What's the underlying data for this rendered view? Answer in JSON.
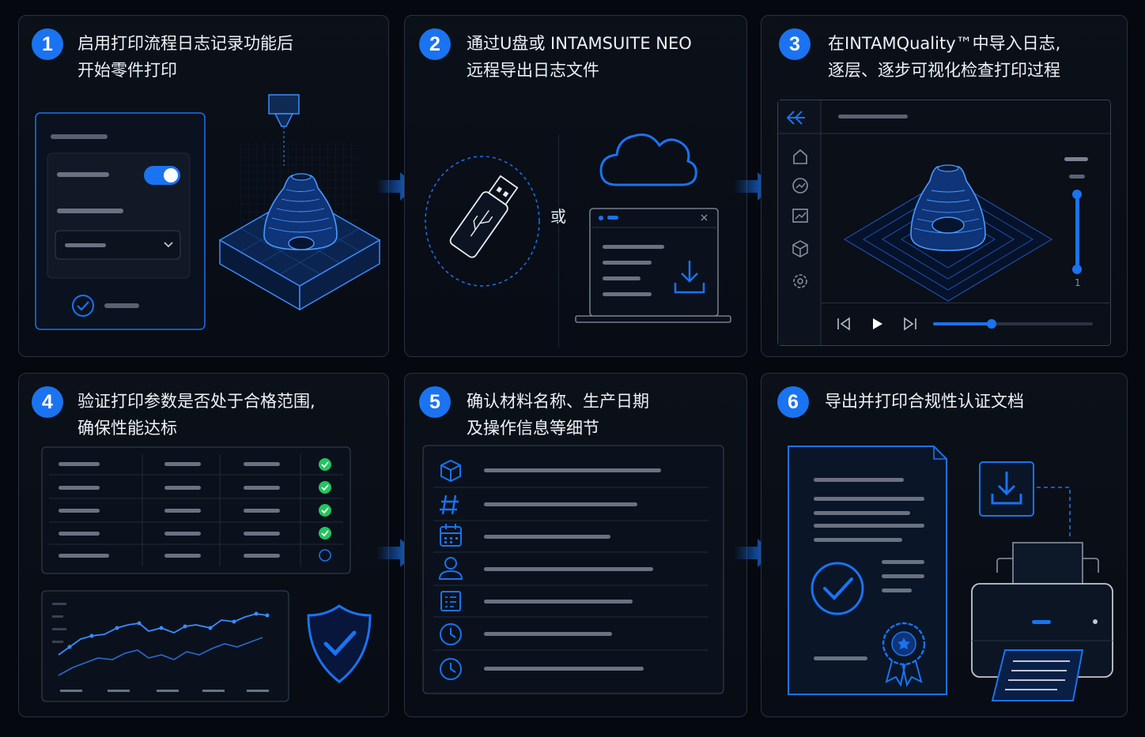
{
  "steps": [
    {
      "num": "1",
      "line1": "启用打印流程日志记录功能后",
      "line2": "开始零件打印"
    },
    {
      "num": "2",
      "line1": "通过U盘或 INTAMSUITE NEO",
      "line2": "远程导出日志文件",
      "or_label": "或"
    },
    {
      "num": "3",
      "line1": "在INTAMQuality™中导入日志,",
      "line2": "逐层、逐步可视化检查打印过程",
      "slider_label": "1"
    },
    {
      "num": "4",
      "line1": "验证打印参数是否处于合格范围,",
      "line2": "确保性能达标"
    },
    {
      "num": "5",
      "line1": "确认材料名称、生产日期",
      "line2": "及操作信息等细节"
    },
    {
      "num": "6",
      "line1": "导出并打印合规性认证文档",
      "line2": ""
    }
  ],
  "colors": {
    "accent": "#1a73f0",
    "check": "#22c55e",
    "panel_border": "#2a3040"
  }
}
